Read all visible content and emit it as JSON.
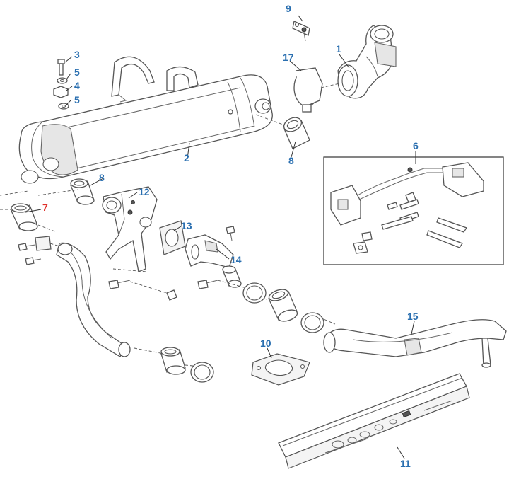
{
  "colors": {
    "callout_default": "#2a6fb0",
    "callout_highlight": "#e0302a",
    "line": "#555555",
    "kit_box": "#333333"
  },
  "callouts": [
    {
      "id": "1",
      "text": "1"
    },
    {
      "id": "2",
      "text": "2"
    },
    {
      "id": "3",
      "text": "3"
    },
    {
      "id": "4",
      "text": "4"
    },
    {
      "id": "5a",
      "text": "5"
    },
    {
      "id": "5b",
      "text": "5"
    },
    {
      "id": "6",
      "text": "6"
    },
    {
      "id": "7",
      "text": "7",
      "highlighted": true
    },
    {
      "id": "8a",
      "text": "8"
    },
    {
      "id": "8b",
      "text": "8"
    },
    {
      "id": "9",
      "text": "9"
    },
    {
      "id": "10",
      "text": "10"
    },
    {
      "id": "11",
      "text": "11"
    },
    {
      "id": "12",
      "text": "12"
    },
    {
      "id": "13",
      "text": "13"
    },
    {
      "id": "14",
      "text": "14"
    },
    {
      "id": "15",
      "text": "15"
    },
    {
      "id": "17",
      "text": "17"
    }
  ]
}
